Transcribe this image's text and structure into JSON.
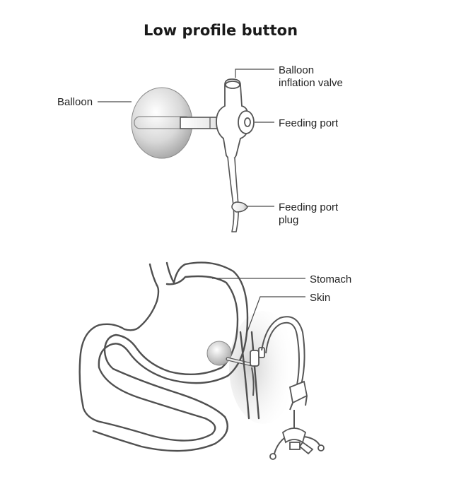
{
  "title": "Low profile button",
  "labels": {
    "balloon": "Balloon",
    "balloon_inflation_valve_line1": "Balloon",
    "balloon_inflation_valve_line2": "inflation valve",
    "feeding_port": "Feeding port",
    "feeding_port_plug_line1": "Feeding port",
    "feeding_port_plug_line2": "plug",
    "stomach": "Stomach",
    "skin": "Skin"
  },
  "colors": {
    "outline": "#555555",
    "shading": "#bdbdbd",
    "text": "#222222"
  }
}
